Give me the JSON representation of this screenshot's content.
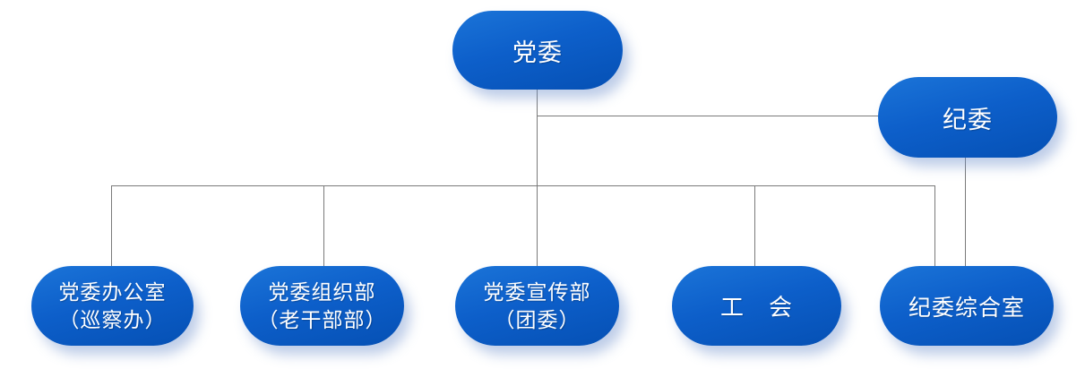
{
  "org": {
    "type": "org-chart",
    "nodes": {
      "dangwei": {
        "label": "党委"
      },
      "jiwei": {
        "label": "纪委"
      },
      "bangongshi": {
        "line1": "党委办公室",
        "line2": "（巡察办）"
      },
      "zuzhibu": {
        "line1": "党委组织部",
        "line2": "（老干部部）"
      },
      "xuanchuanbu": {
        "line1": "党委宣传部",
        "line2": "（团委）"
      },
      "gonghui": {
        "label": "工　会"
      },
      "zongheshi": {
        "label": "纪委综合室"
      }
    },
    "edges": [
      {
        "from": "党委",
        "to": "纪委"
      },
      {
        "from": "党委",
        "to": "党委办公室（巡察办）"
      },
      {
        "from": "党委",
        "to": "党委组织部（老干部部）"
      },
      {
        "from": "党委",
        "to": "党委宣传部（团委）"
      },
      {
        "from": "党委",
        "to": "工　会"
      },
      {
        "from": "党委",
        "to": "纪委综合室"
      },
      {
        "from": "纪委",
        "to": "纪委综合室"
      }
    ],
    "colors": {
      "node_gradient_top": "#1b74d8",
      "node_gradient_bottom": "#0550b4",
      "node_text": "#ffffff",
      "connector_line": "#7a7a7a",
      "node_shadow": "rgba(110,145,205,0.45)",
      "background": "#ffffff"
    }
  }
}
